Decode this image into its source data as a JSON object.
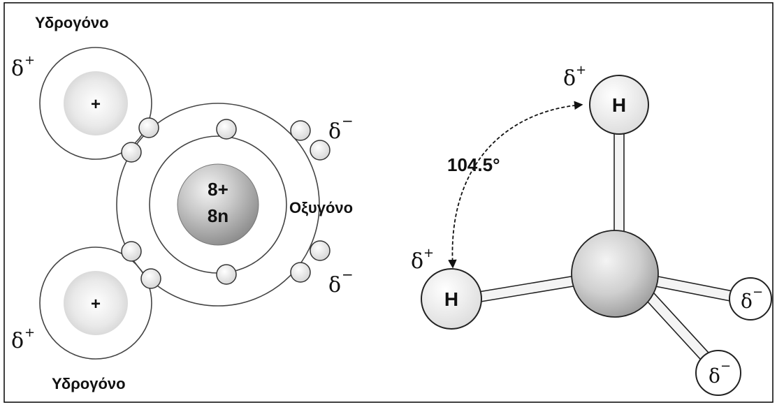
{
  "left_diagram": {
    "hydrogen_top_label": "Υδρογόνο",
    "hydrogen_bottom_label": "Υδρογόνο",
    "oxygen_label": "Οξυγόνο",
    "nucleus_charge": "8+",
    "nucleus_neutrons": "8n",
    "hydrogen_nucleus_symbol": "+",
    "partial_positive": "δ",
    "partial_negative": "δ",
    "plus_sign": "+",
    "minus_sign": "−"
  },
  "right_diagram": {
    "atom_h_symbol": "H",
    "bond_angle": "104.5°",
    "partial_positive": "δ",
    "partial_negative": "δ",
    "plus_sign": "+",
    "minus_sign": "−"
  },
  "colors": {
    "frame": "#000000",
    "ink": "#111111"
  }
}
